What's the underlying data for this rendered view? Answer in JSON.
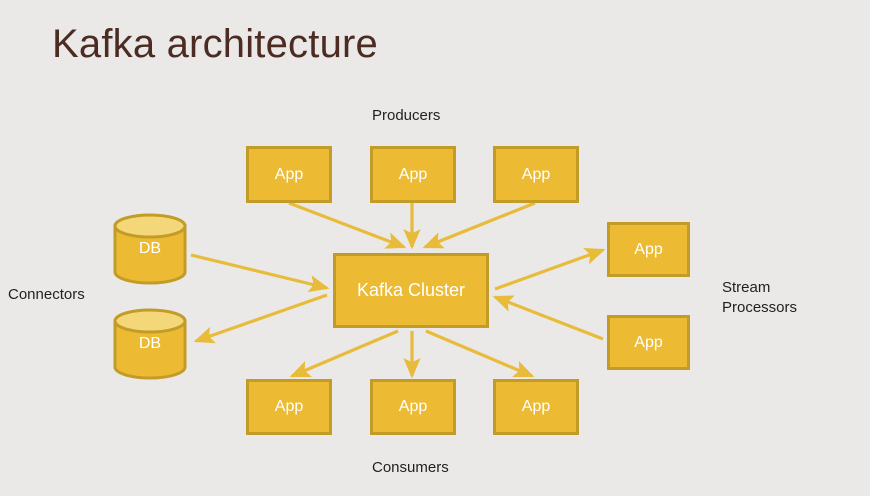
{
  "title": "Kafka architecture",
  "colors": {
    "background": "#eae9e7",
    "title_text": "#4b2b22",
    "node_fill": "#ecbb33",
    "node_border": "#c39c27",
    "node_text": "#ffffff",
    "arrow": "#e8bb3a",
    "label_text": "#231f1e",
    "db_top_fill": "#f3d778"
  },
  "groups": {
    "producers": {
      "label": "Producers",
      "nodes": [
        {
          "label": "App"
        },
        {
          "label": "App"
        },
        {
          "label": "App"
        }
      ]
    },
    "consumers": {
      "label": "Consumers",
      "nodes": [
        {
          "label": "App"
        },
        {
          "label": "App"
        },
        {
          "label": "App"
        }
      ]
    },
    "connectors": {
      "label": "Connectors",
      "nodes": [
        {
          "label": "DB"
        },
        {
          "label": "DB"
        }
      ]
    },
    "stream_processors": {
      "label": "Stream\nProcessors",
      "nodes": [
        {
          "label": "App"
        },
        {
          "label": "App"
        }
      ]
    }
  },
  "cluster": {
    "label": "Kafka Cluster"
  },
  "flows": [
    {
      "from": "producer-app-1",
      "to": "kafka-cluster"
    },
    {
      "from": "producer-app-2",
      "to": "kafka-cluster"
    },
    {
      "from": "producer-app-3",
      "to": "kafka-cluster"
    },
    {
      "from": "connector-db-1",
      "to": "kafka-cluster"
    },
    {
      "from": "kafka-cluster",
      "to": "connector-db-2"
    },
    {
      "from": "kafka-cluster",
      "to": "stream-app-1"
    },
    {
      "from": "stream-app-2",
      "to": "kafka-cluster"
    },
    {
      "from": "kafka-cluster",
      "to": "consumer-app-1"
    },
    {
      "from": "kafka-cluster",
      "to": "consumer-app-2"
    },
    {
      "from": "kafka-cluster",
      "to": "consumer-app-3"
    }
  ]
}
